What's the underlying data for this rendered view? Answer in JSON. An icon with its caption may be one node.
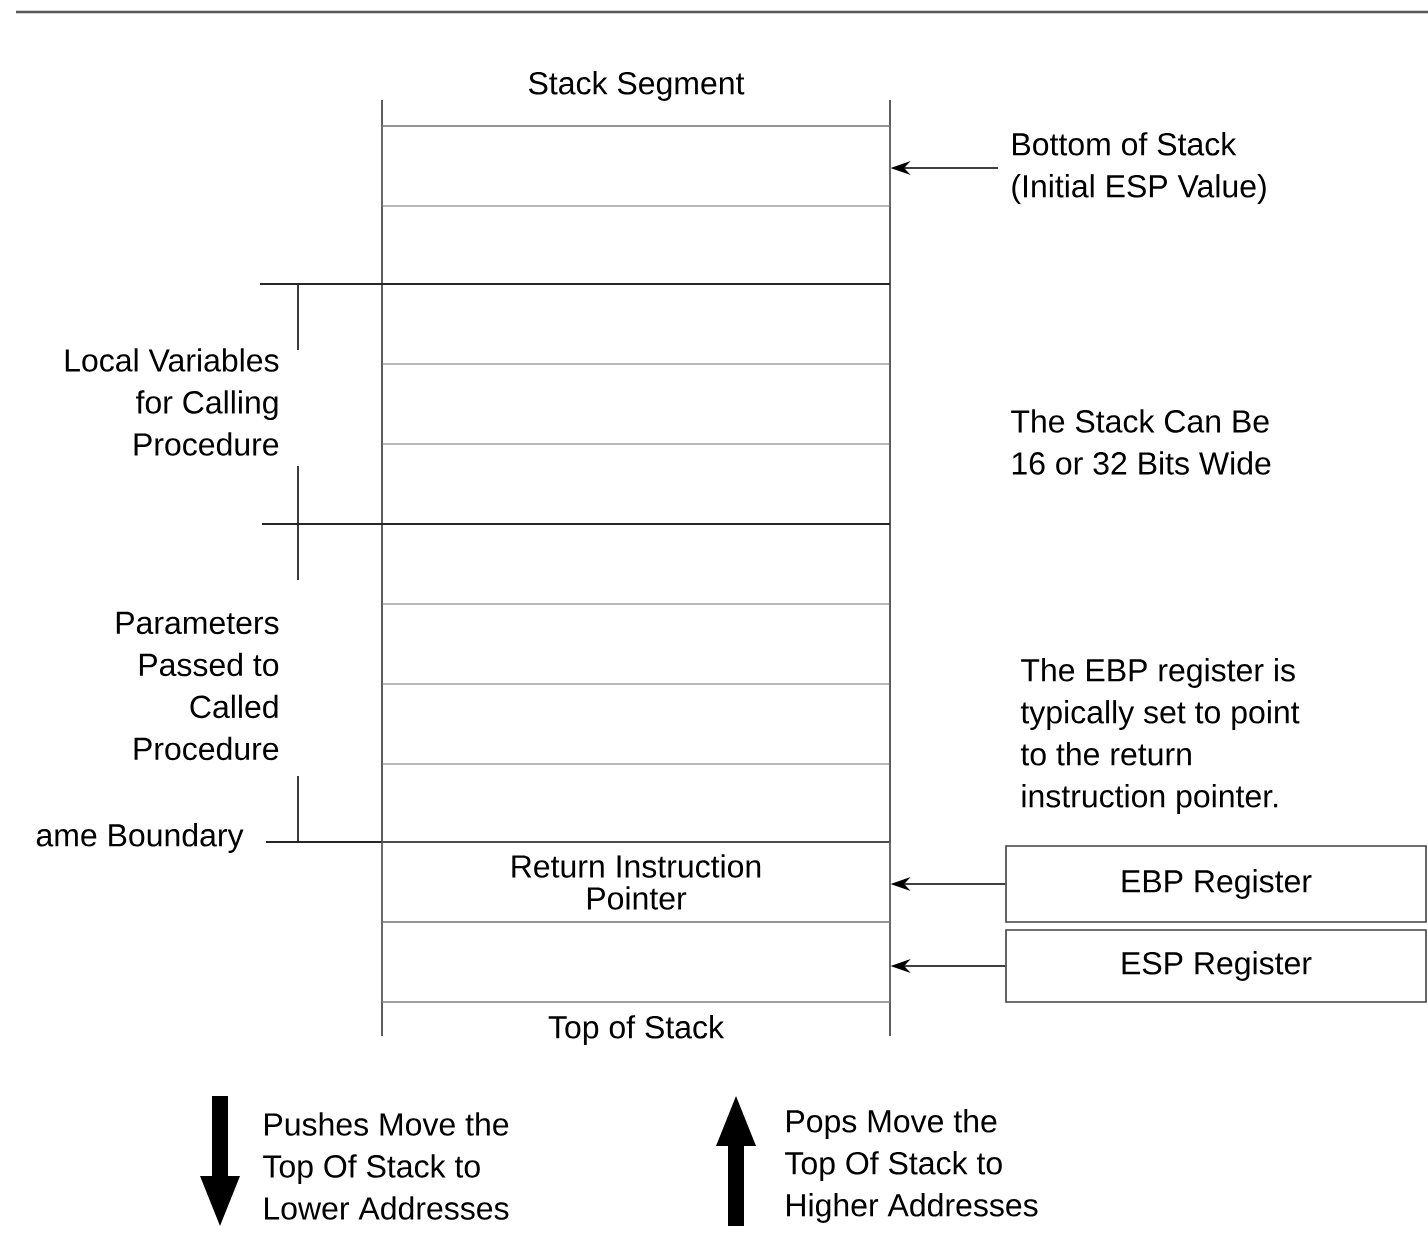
{
  "diagram": {
    "nodes": [
      {
        "text": [
          "Bottom of Stack (Initial ESP Value)"
        ]
      },
      {
        "text": [],
        "shape": "box"
      },
      {
        "text": [
          "Return Instruction Pointer"
        ]
      },
      {
        "text": [],
        "shape": "box"
      },
      {
        "text": [
          "EBP Register"
        ]
      },
      {
        "text": [
          "ESP Register"
        ]
      }
    ],
    "edges": [
      {
        "from": 0,
        "to": 1,
        "arrow": "to"
      },
      {
        "from": 4,
        "to": 2,
        "arrow": "to"
      },
      {
        "from": 5,
        "to": 3,
        "arrow": "to"
      }
    ],
    "labels": [
      "Stack Segment",
      "Local Variables for Calling Procedure",
      "The Stack Can Be 16 or 32 Bits Wide",
      "Parameters Passed to Called Procedure",
      "The EBP register is typically set to point to the return instruction pointer.",
      "ame Boundary",
      "Top of Stack",
      "Pushes Move the Top Of Stack to Lower Addresses",
      "Pops Move the Top Of Stack to Higher Addresses"
    ]
  }
}
